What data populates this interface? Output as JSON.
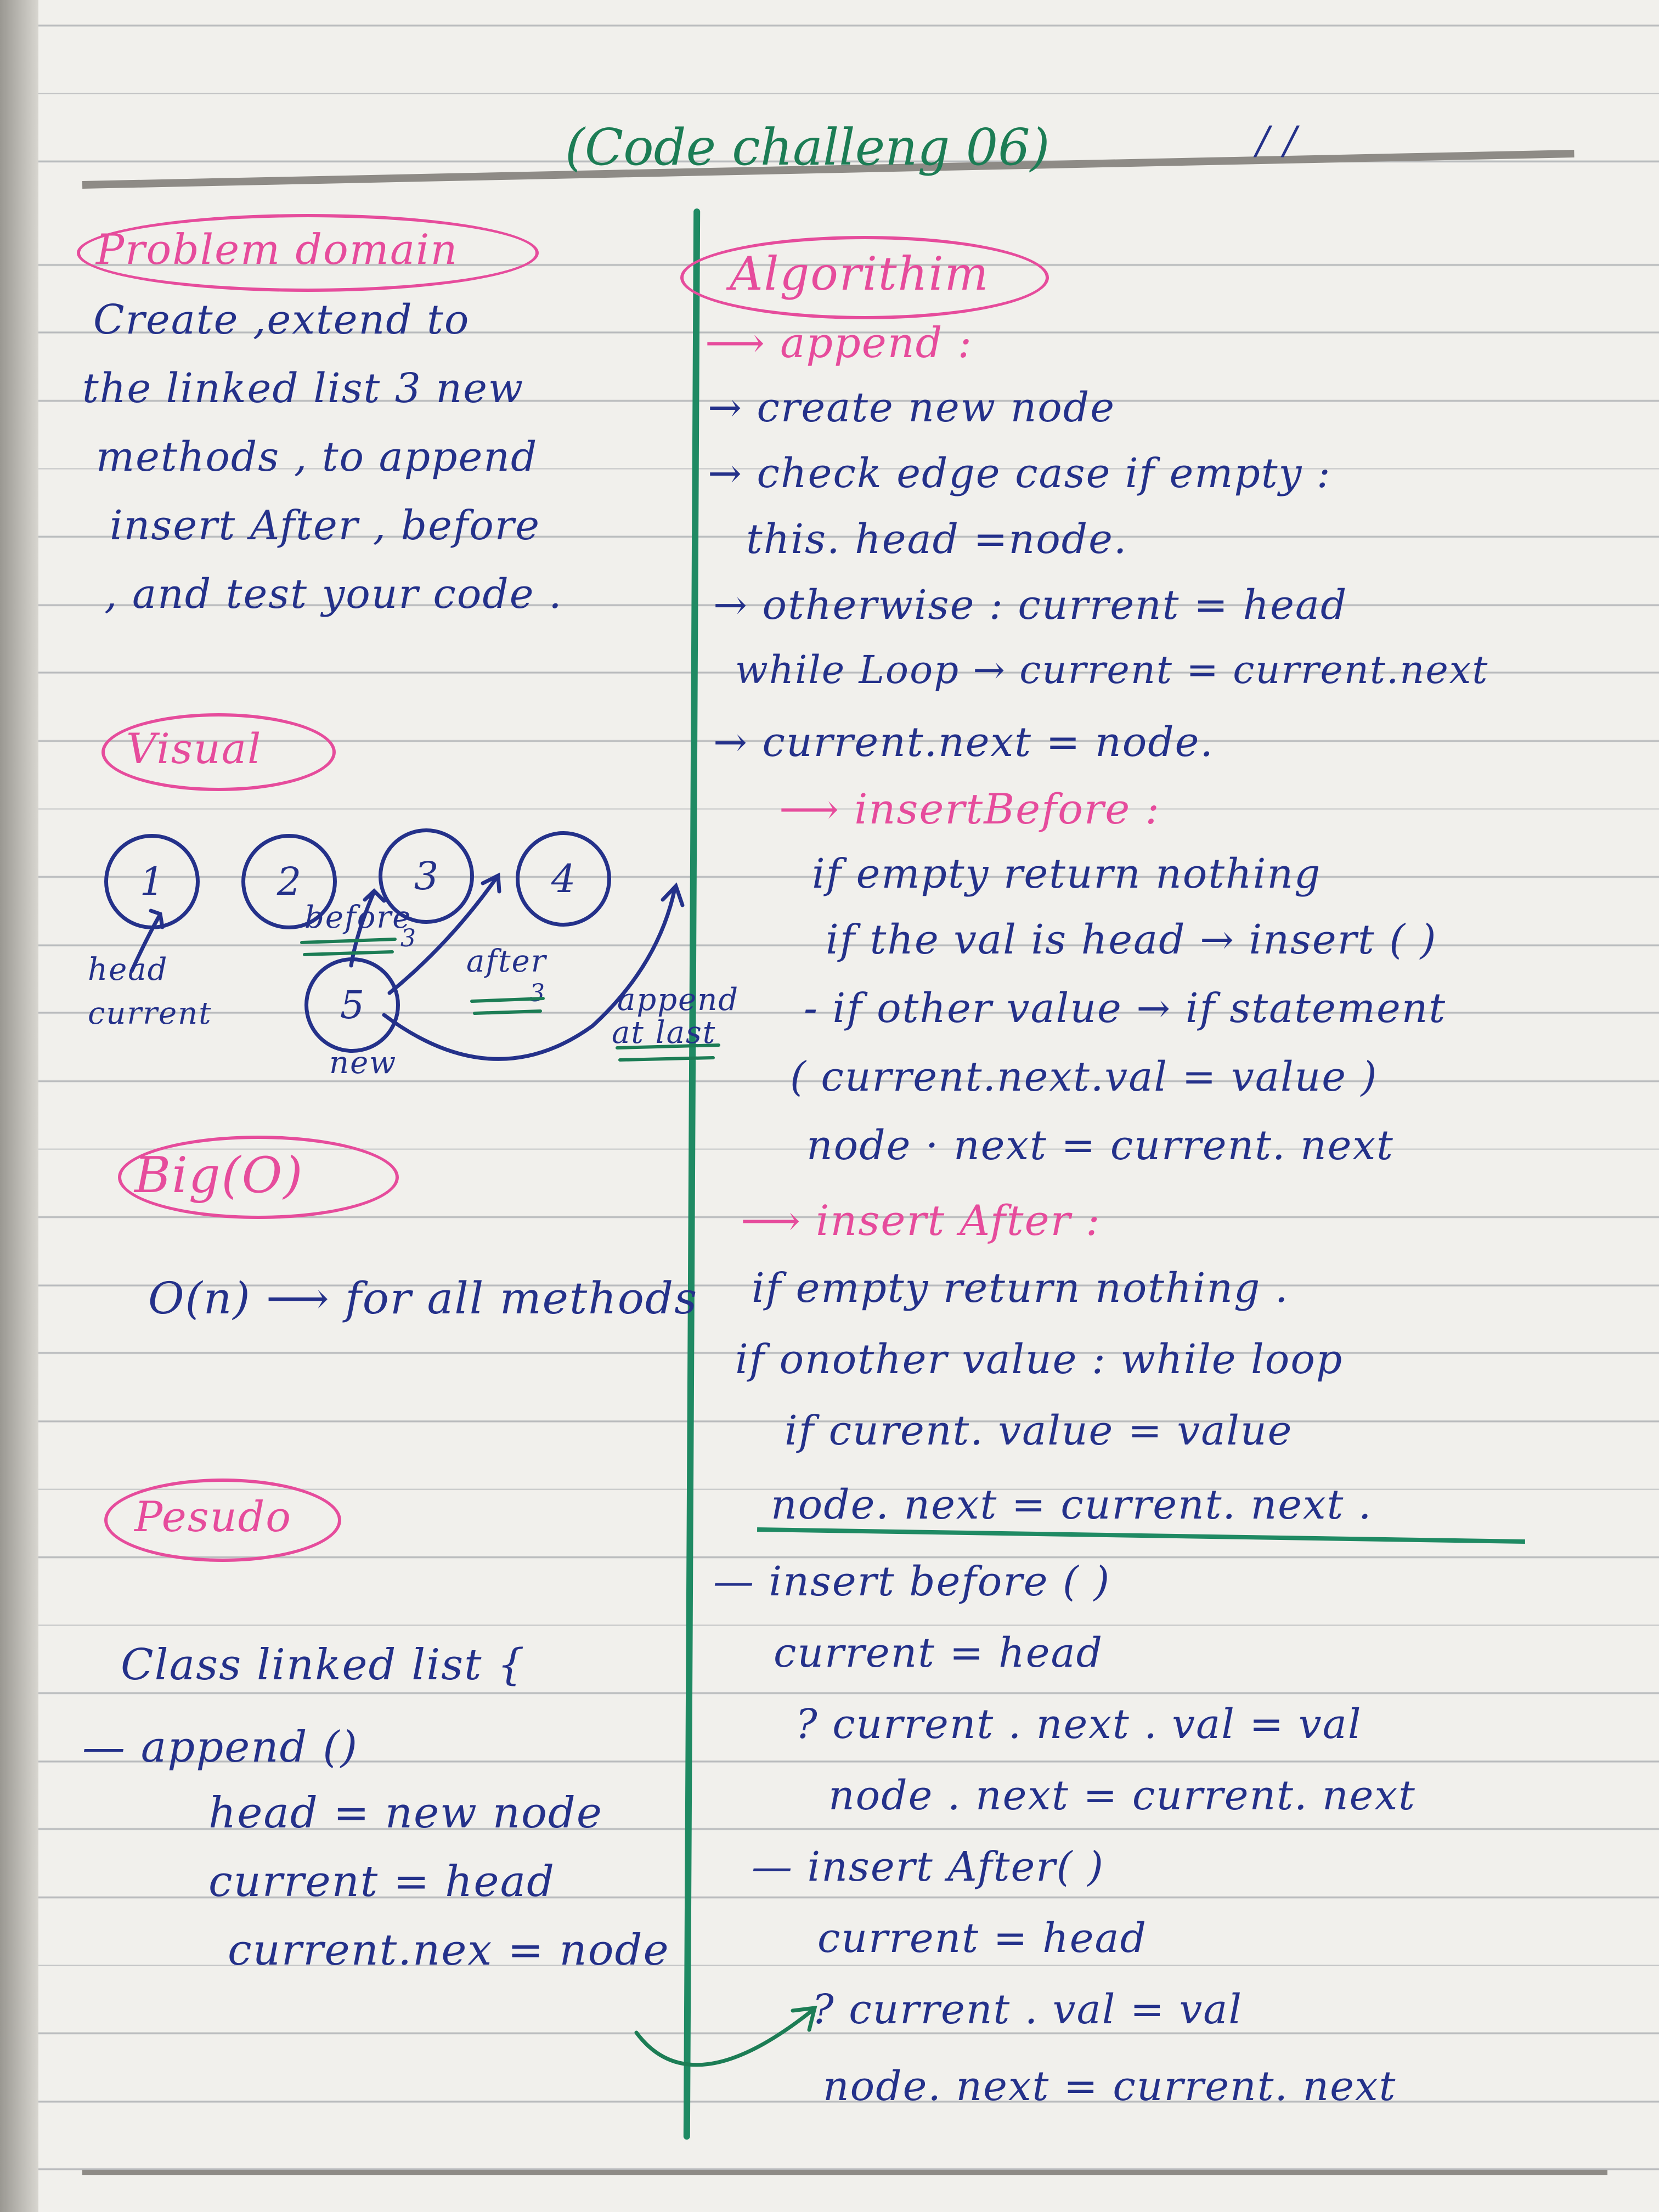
{
  "title": "(Code challeng 06)",
  "date_marks": "/     /",
  "problem_domain": {
    "heading": "Problem domain",
    "lines": [
      "Create ,extend to",
      "the linked list 3 new",
      "methods , to append",
      "insert After , before",
      ", and test your code ."
    ]
  },
  "visual": {
    "heading": "Visual",
    "nodes": [
      "1",
      "2",
      "3",
      "4",
      "5"
    ],
    "labels": {
      "head": "head",
      "current": "current",
      "before": "before",
      "after": "after",
      "new": "new",
      "append": "append",
      "at_last": "at last",
      "badge": "3"
    }
  },
  "big_o": {
    "heading": "Big(O)",
    "line": "O(n) ⟶ for all methods"
  },
  "pseudo": {
    "heading": "Pesudo",
    "lines": [
      "Class linked list {",
      "— append ()",
      "head = new node",
      "current = head",
      "current.nex = node"
    ]
  },
  "algorithm": {
    "heading": "Algorithim",
    "append_title": "⟶ append :",
    "lines": [
      "→ create new node",
      "→ check edge case if empty :",
      "this. head =node.",
      "→ otherwise : current = head",
      "while Loop → current = current.next",
      "→ current.next = node."
    ],
    "insert_before_title": "⟶ insertBefore :",
    "insert_before_lines": [
      "if empty return nothing",
      "if the val is head → insert ( )",
      "- if other value → if statement",
      "( current.next.val = value )",
      "node · next = current. next"
    ],
    "insert_after_title": "⟶ insert After :",
    "insert_after_lines": [
      "if empty return nothing .",
      "if onother value : while loop",
      "if curent. value = value",
      "node. next = current. next ."
    ],
    "pseudo_lines": [
      "— insert before ( )",
      "current = head",
      "? current . next . val = val",
      "node . next = current. next",
      "— insert After( )",
      "current = head",
      "? current . val = val",
      "node. next = current. next"
    ]
  }
}
